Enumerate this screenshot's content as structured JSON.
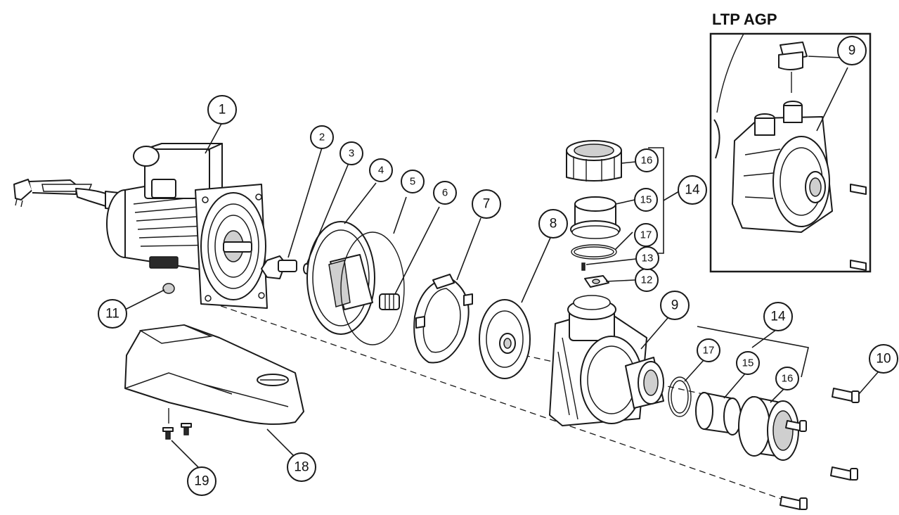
{
  "inset": {
    "title": "LTP AGP"
  },
  "callouts": {
    "c1": "1",
    "c2": "2",
    "c3": "3",
    "c4": "4",
    "c5": "5",
    "c6": "6",
    "c7": "7",
    "c8": "8",
    "c9": "9",
    "c9_inset": "9",
    "c10": "10",
    "c11": "11",
    "c12": "12",
    "c13": "13",
    "c14_top": "14",
    "c14_side": "14",
    "c15_top": "15",
    "c15_side": "15",
    "c16_top": "16",
    "c16_side": "16",
    "c17_top": "17",
    "c17_side": "17",
    "c18": "18",
    "c19": "19"
  }
}
